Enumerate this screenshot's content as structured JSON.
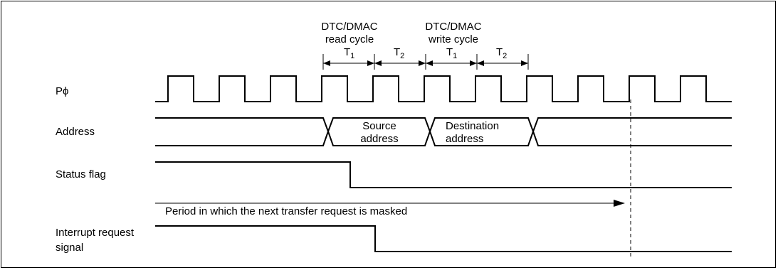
{
  "header": {
    "read_cycle_line1": "DTC/DMAC",
    "read_cycle_line2": "read cycle",
    "write_cycle_line1": "DTC/DMAC",
    "write_cycle_line2": "write cycle",
    "t1_label": "T",
    "t1_sub": "1",
    "t2_label": "T",
    "t2_sub": "2"
  },
  "signals": {
    "clock": "Pϕ",
    "address": "Address",
    "status_flag": "Status flag",
    "interrupt_line1": "Interrupt request",
    "interrupt_line2": "signal"
  },
  "address_values": {
    "source_line1": "Source",
    "source_line2": "address",
    "dest_line1": "Destination",
    "dest_line2": "address"
  },
  "annotations": {
    "masked_period": "Period in which the next transfer request is masked"
  }
}
